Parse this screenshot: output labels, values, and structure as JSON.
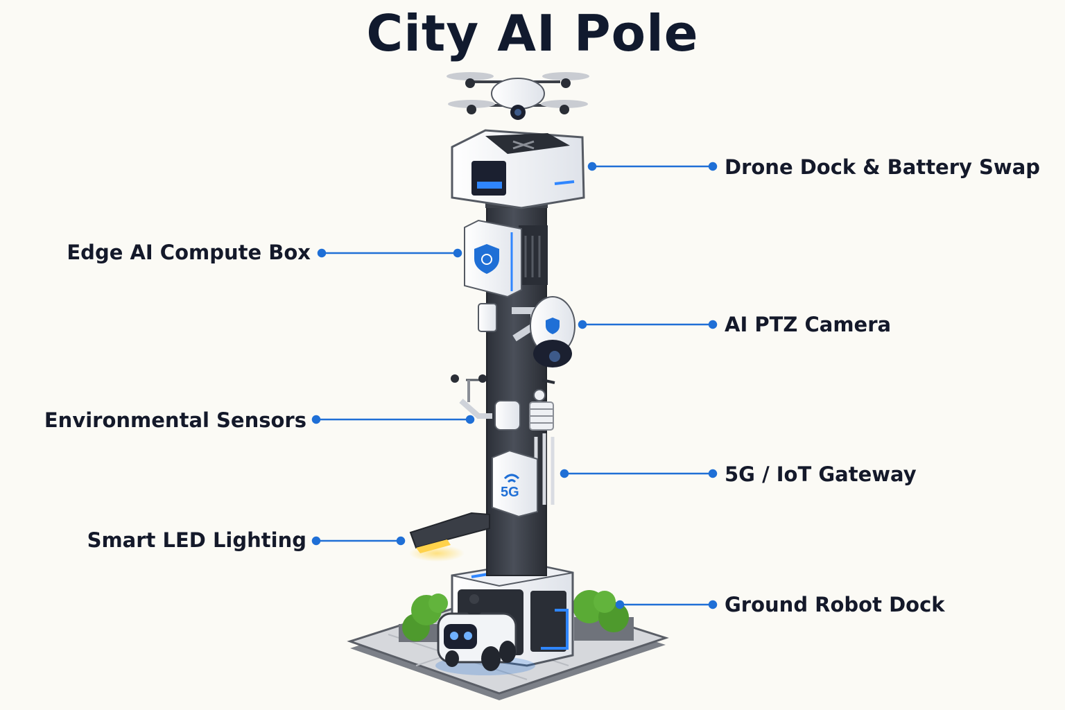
{
  "title": "City AI Pole",
  "colors": {
    "accent": "#1f6fd6",
    "pole": "#3c4048",
    "module": "#f2f4f7",
    "background": "#fbfaf5",
    "foliage": "#4e9a2d",
    "light": "#ffd24a"
  },
  "labels": {
    "drone_dock": "Drone Dock & Battery Swap",
    "edge_ai": "Edge AI Compute Box",
    "ptz_camera": "AI PTZ Camera",
    "env_sensors": "Environmental Sensors",
    "gateway": "5G / IoT Gateway",
    "led_lighting": "Smart LED Lighting",
    "robot_dock": "Ground Robot Dock"
  },
  "gateway_badge": "5G",
  "icons": [
    "drone-icon",
    "shield-brain-icon",
    "shield-icon",
    "wifi-icon",
    "robot-icon"
  ]
}
